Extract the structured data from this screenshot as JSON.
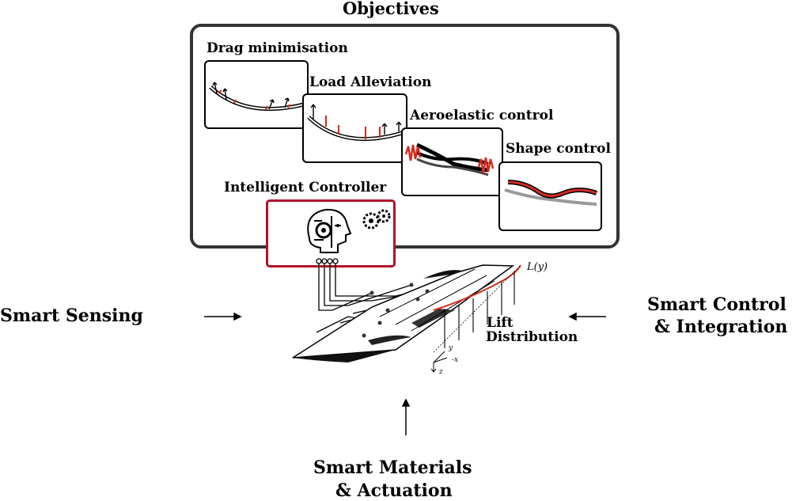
{
  "objectives": {
    "title": "Objectives",
    "panels": [
      {
        "label": "Drag minimisation"
      },
      {
        "label": "Load Alleviation"
      },
      {
        "label": "Aeroelastic control"
      },
      {
        "label": "Shape control"
      }
    ]
  },
  "controller": {
    "label": "Intelligent Controller"
  },
  "inputs": {
    "sensing": "Smart Sensing",
    "control_line1": "Smart Control",
    "control_line2": "& Integration",
    "materials_line1": "Smart Materials",
    "materials_line2": "& Actuation"
  },
  "wing": {
    "lift_func": "L(y)",
    "lift_line1": "Lift",
    "lift_line2": "Distribution",
    "axis_y": "y",
    "axis_x": "-x",
    "axis_z": "z"
  },
  "colors": {
    "accent_red": "#d42a1e",
    "controller_border": "#b0112a",
    "frame": "#333333"
  }
}
